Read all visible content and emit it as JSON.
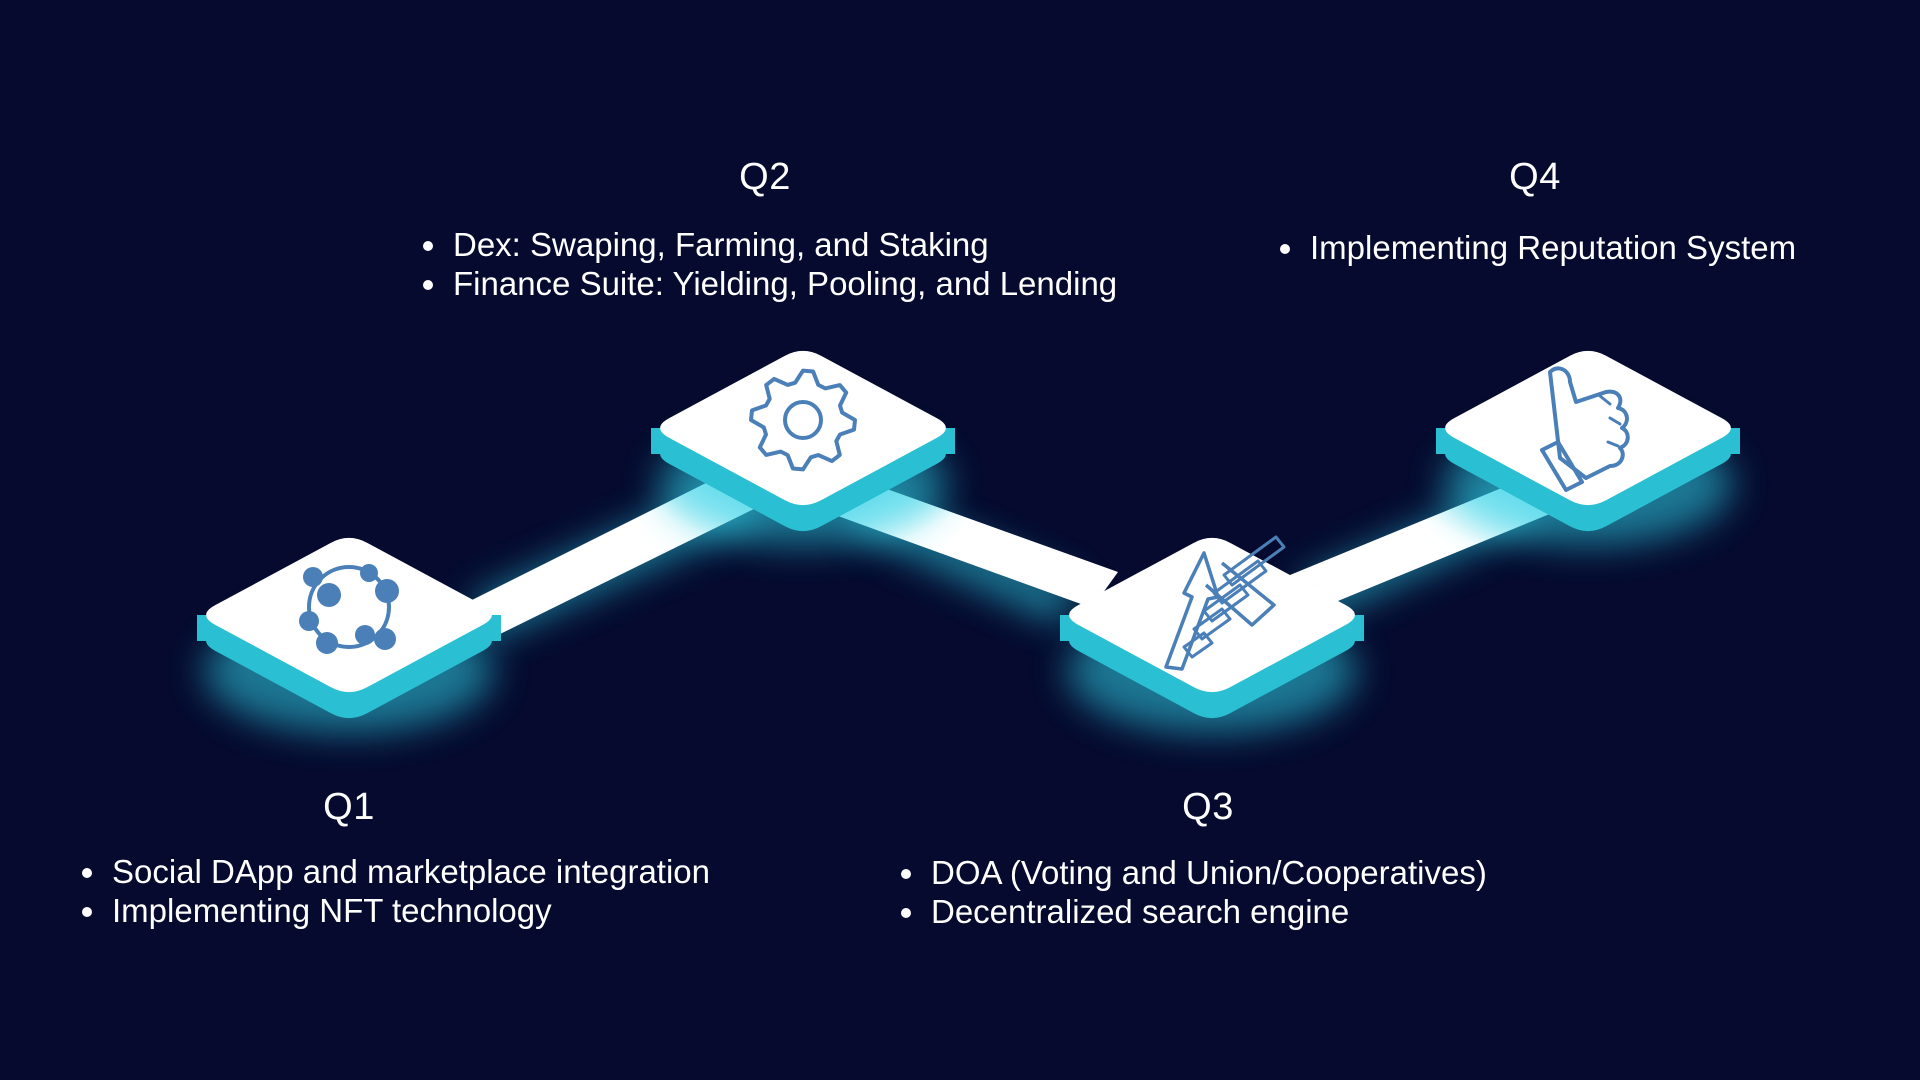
{
  "colors": {
    "background": "#050a2e",
    "tile_top": "#ffffff",
    "tile_side": "#2bbfd3",
    "glow": "#2fd0e6",
    "icon_stroke": "#4a7fb8",
    "text": "#ffffff"
  },
  "milestones": [
    {
      "quarter": "Q1",
      "icon": "community-circle-icon",
      "bullets": [
        "Social DApp and marketplace integration",
        "Implementing NFT technology"
      ]
    },
    {
      "quarter": "Q2",
      "icon": "gear-icon",
      "bullets": [
        "Dex: Swaping, Farming, and Staking",
        "Finance Suite: Yielding, Pooling, and Lending"
      ]
    },
    {
      "quarter": "Q3",
      "icon": "growth-arrow-icon",
      "bullets": [
        "DOA (Voting and Union/Cooperatives)",
        "Decentralized search engine"
      ]
    },
    {
      "quarter": "Q4",
      "icon": "thumbs-up-icon",
      "bullets": [
        "Implementing Reputation System"
      ]
    }
  ]
}
